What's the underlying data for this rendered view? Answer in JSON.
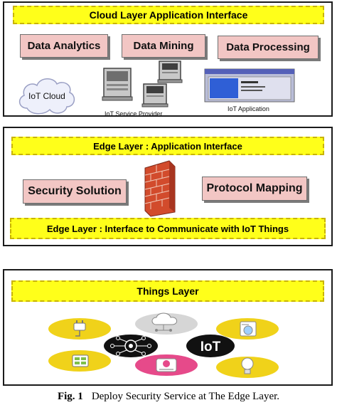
{
  "cloud_layer": {
    "title": "Cloud Layer Application Interface",
    "boxes": [
      "Data Analytics",
      "Data Mining",
      "Data Processing"
    ],
    "iot_cloud_label": "IoT Cloud",
    "service_provider_label": "IoT Service Provider",
    "application_label": "IoT  Application"
  },
  "edge_layer": {
    "title": "Edge Layer : Application Interface",
    "boxes": [
      "Security Solution",
      "Protocol Mapping"
    ],
    "bottom_banner": "Edge Layer : Interface to Communicate with IoT Things"
  },
  "things_layer": {
    "title": "Things Layer",
    "iot_badge": "IoT",
    "device_icons": [
      "plug-icon",
      "cloud-icon",
      "washing-machine-icon",
      "appliance-icon",
      "network-hub-icon",
      "scale-icon",
      "light-bulb-icon"
    ]
  },
  "caption": {
    "label": "Fig. 1",
    "text": "Deploy Security Service at The Edge Layer."
  },
  "colors": {
    "banner": "#ffff1a",
    "box": "#f2c6c4",
    "border": "#1b1b1b"
  }
}
